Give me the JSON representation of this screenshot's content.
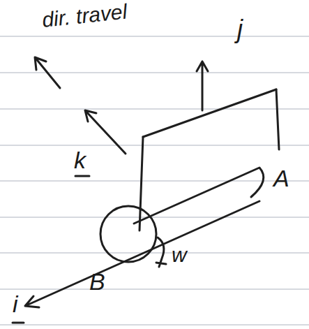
{
  "diagram": {
    "labels": [
      "dir. travel",
      "j",
      "k",
      "A",
      "w",
      "B",
      "i"
    ]
  }
}
